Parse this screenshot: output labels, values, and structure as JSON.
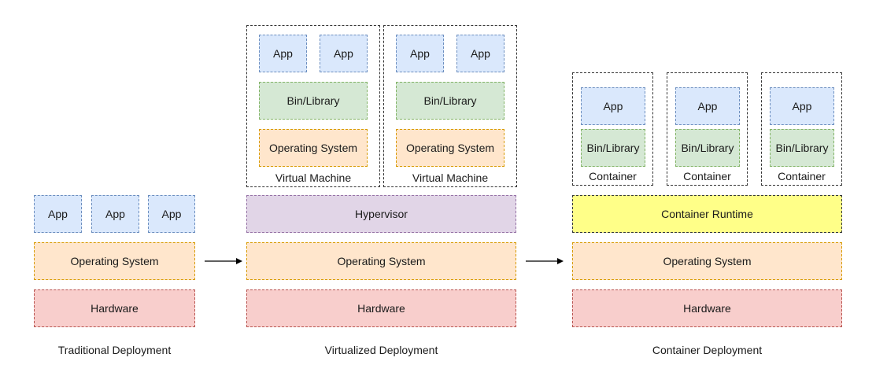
{
  "labels": {
    "app": "App",
    "bin_library": "Bin/Library",
    "operating_system": "Operating System",
    "hardware": "Hardware",
    "hypervisor": "Hypervisor",
    "virtual_machine": "Virtual Machine",
    "container": "Container",
    "container_runtime": "Container Runtime"
  },
  "captions": {
    "traditional": "Traditional Deployment",
    "virtualized": "Virtualized Deployment",
    "container": "Container Deployment"
  },
  "colors": {
    "app": "#dae8fc",
    "bin_library": "#d5e8d4",
    "operating_system": "#ffe6cc",
    "hardware": "#f8cecc",
    "hypervisor": "#e1d5e7",
    "container_runtime": "#ffff88"
  }
}
